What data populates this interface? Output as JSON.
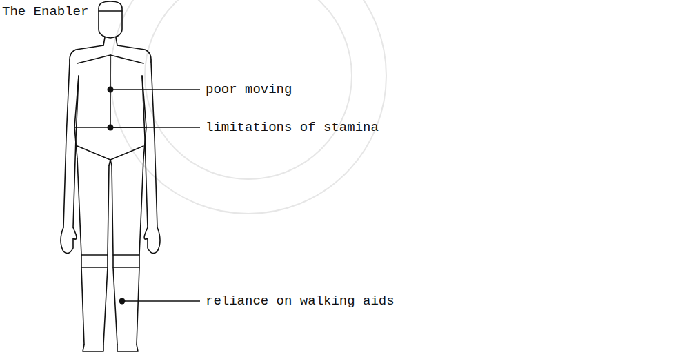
{
  "diagram": {
    "title": "The Enabler",
    "labels": [
      "poor moving",
      "limitations of stamina",
      "reliance on walking aids"
    ]
  }
}
